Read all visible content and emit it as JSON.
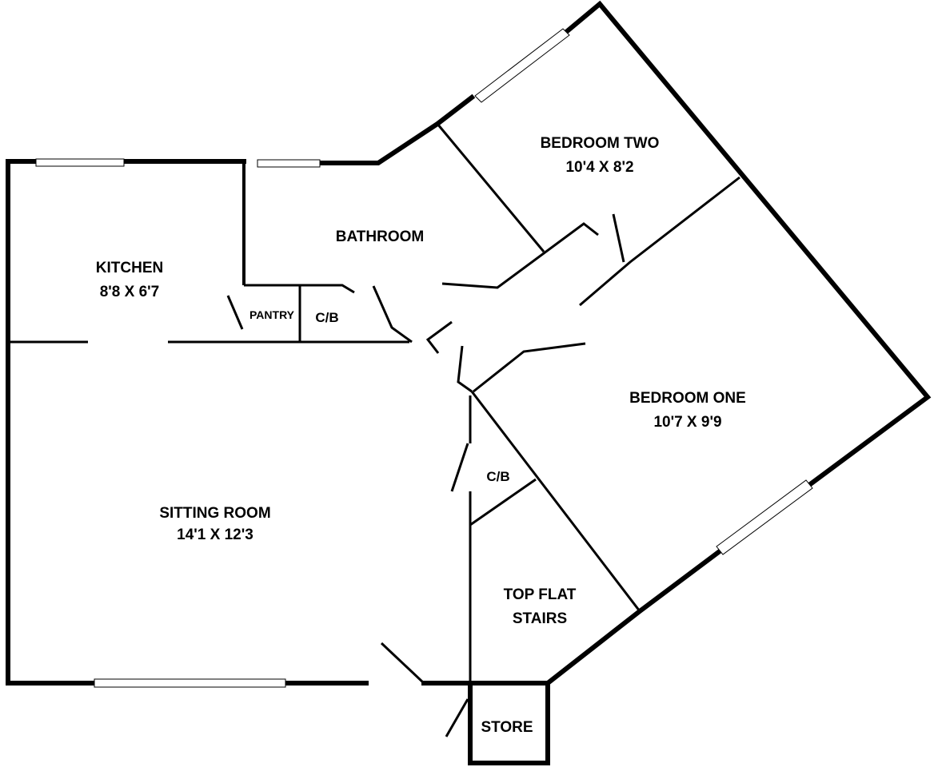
{
  "rooms": {
    "bedroom_two": {
      "name": "BEDROOM TWO",
      "size": "10'4 X 8'2"
    },
    "bathroom": {
      "name": "BATHROOM"
    },
    "kitchen": {
      "name": "KITCHEN",
      "size": "8'8 X 6'7"
    },
    "pantry": {
      "name": "PANTRY"
    },
    "cb_top": {
      "name": "C/B"
    },
    "bedroom_one": {
      "name": "BEDROOM ONE",
      "size": "10'7 X 9'9"
    },
    "sitting_room": {
      "name": "SITTING ROOM",
      "size": "14'1 X 12'3"
    },
    "cb_bottom": {
      "name": "C/B"
    },
    "stairs": {
      "name_line1": "TOP FLAT",
      "name_line2": "STAIRS"
    },
    "store": {
      "name": "STORE"
    }
  }
}
